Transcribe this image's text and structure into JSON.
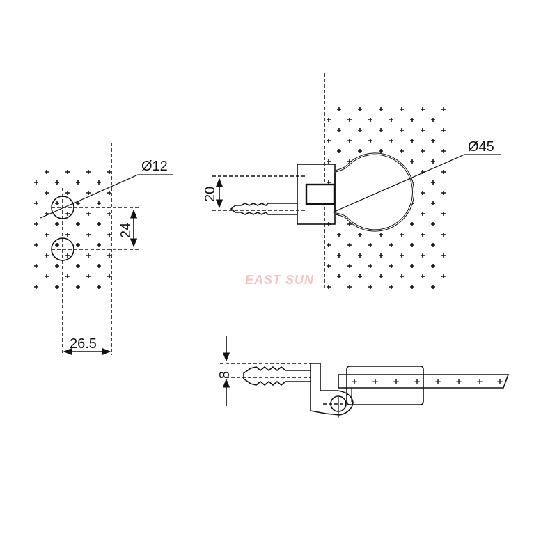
{
  "drawing": {
    "watermark": "EAST SUN",
    "views": {
      "wall_hole_pattern": {
        "hole_diameter_label": "Ø12",
        "hole_spacing_label": "24",
        "edge_distance_label": "26.5"
      },
      "front_view": {
        "glass_diameter_label": "Ø45",
        "anchor_offset_label": "20"
      },
      "side_view": {
        "offset_label": "8"
      }
    },
    "colors": {
      "line": "#111111",
      "watermark": "#f3c4c4",
      "background": "#ffffff"
    }
  }
}
